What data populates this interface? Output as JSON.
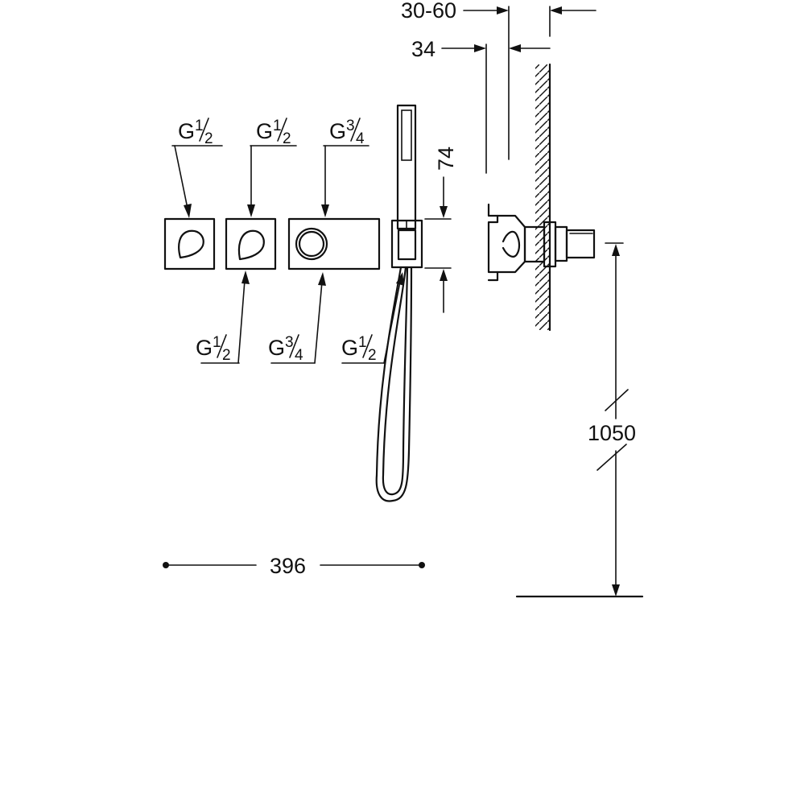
{
  "dimensions": {
    "wall_gap": "30-60",
    "wall_depth": "34",
    "height_unit": "74",
    "floor_height": "1050",
    "total_width": "396"
  },
  "connections": {
    "top": [
      {
        "base": "G",
        "num": "1",
        "den": "2"
      },
      {
        "base": "G",
        "num": "1",
        "den": "2"
      },
      {
        "base": "G",
        "num": "3",
        "den": "4"
      }
    ],
    "bottom": [
      {
        "base": "G",
        "num": "1",
        "den": "2"
      },
      {
        "base": "G",
        "num": "3",
        "den": "4"
      },
      {
        "base": "G",
        "num": "1",
        "den": "2"
      }
    ]
  }
}
